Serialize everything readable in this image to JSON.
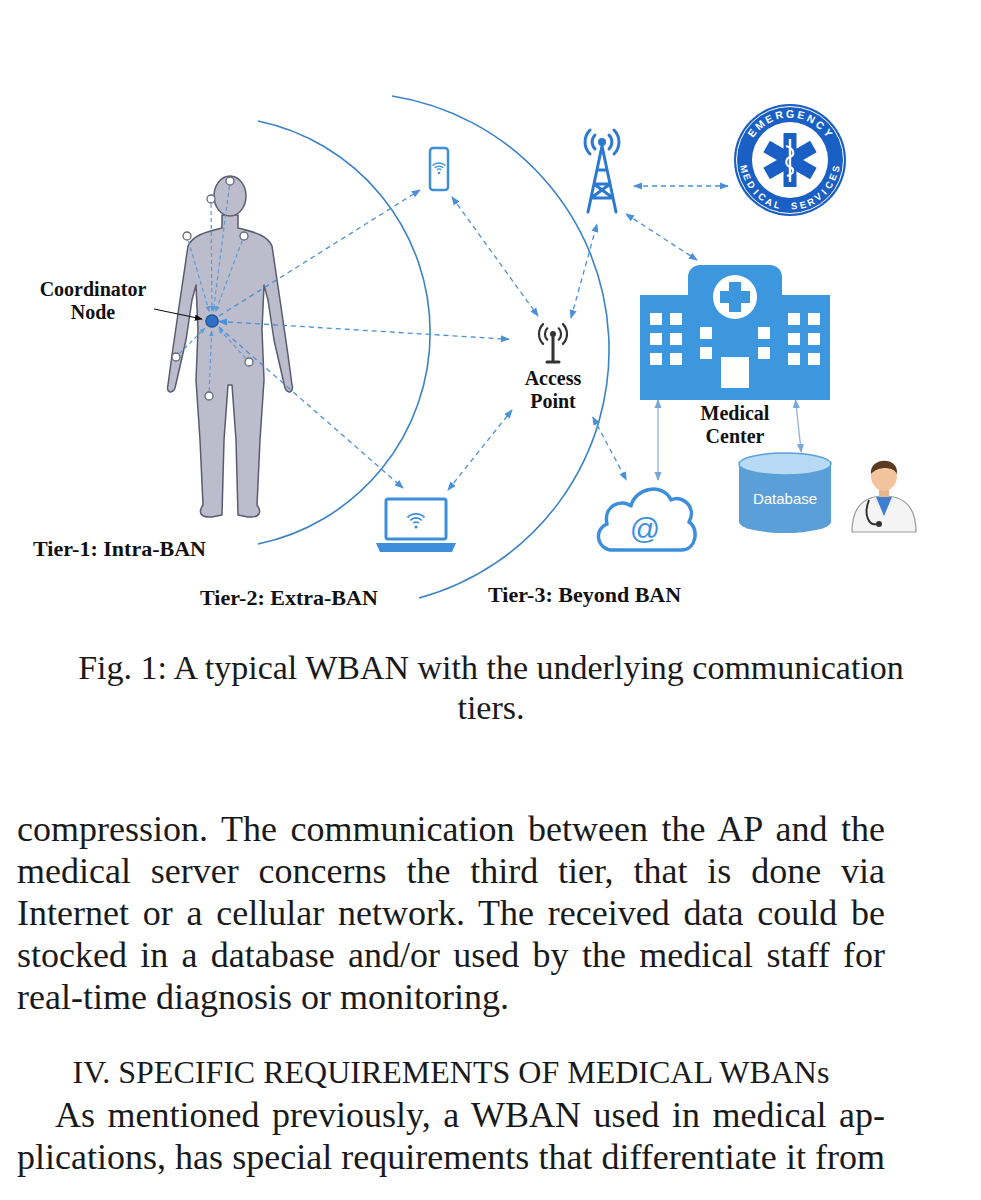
{
  "diagram": {
    "caption": "Fig. 1: A typical WBAN with the underlying communication tiers.",
    "nodes": [
      {
        "text": [
          "Coordinator Node"
        ]
      },
      {
        "text": [
          "EMERGENCY",
          "MEDICAL SERVICES"
        ]
      },
      {
        "text": [
          "Access Point"
        ]
      },
      {
        "text": [
          "Medical Center"
        ]
      },
      {
        "text": [
          "Database"
        ]
      },
      {
        "text": [
          "@"
        ]
      }
    ],
    "edges": [
      {
        "from": 0,
        "to": 2,
        "arrow": "both"
      },
      {
        "from": 2,
        "to": 5,
        "arrow": "both"
      },
      {
        "from": 5,
        "to": 3,
        "arrow": "both"
      },
      {
        "from": 3,
        "to": 4,
        "arrow": "both"
      }
    ],
    "labels": [
      "Tier-1: Intra-BAN",
      "Tier-2: Extra-BAN",
      "Tier-3: Beyond BAN",
      "compression. The communication between the AP and the medical server concerns the third tier, that is done via Internet or a cellular network. The received data could be stocked in a database and/or used by the medical staff for real-time diagnosis or monitoring.",
      "IV. SPECIFIC REQUIREMENTS OF MEDICAL WBANs",
      "As mentioned previously, a WBAN used in medical ap- plications, has special requirements that differentiate it from"
    ]
  }
}
